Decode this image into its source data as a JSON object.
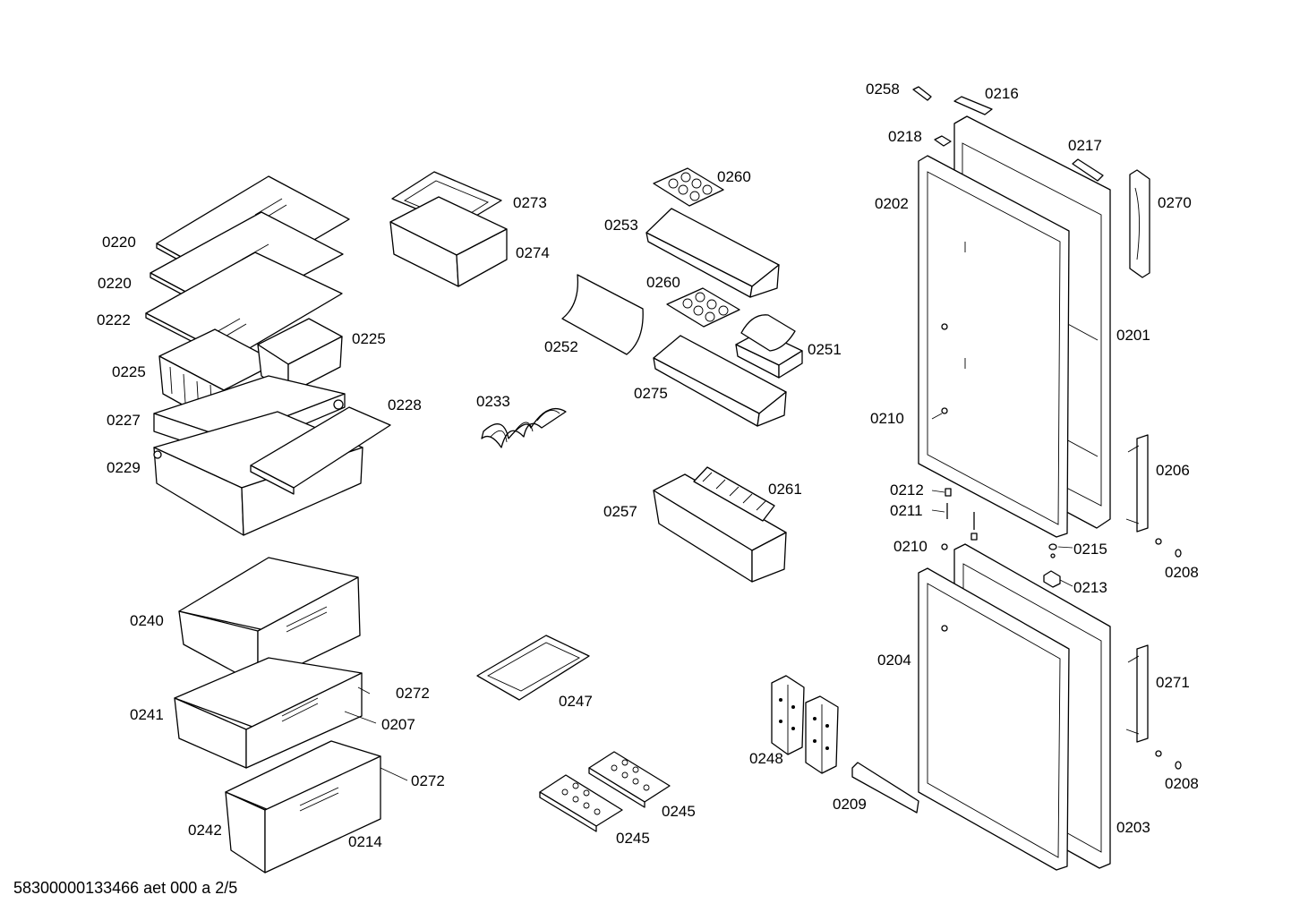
{
  "footer": "58300000133466 aet 000 a 2/5",
  "labels": {
    "p0201": "0201",
    "p0202": "0202",
    "p0203": "0203",
    "p0204": "0204",
    "p0206": "0206",
    "p0207": "0207",
    "p0208a": "0208",
    "p0208b": "0208",
    "p0209": "0209",
    "p0210a": "0210",
    "p0210b": "0210",
    "p0211": "0211",
    "p0212": "0212",
    "p0213": "0213",
    "p0214": "0214",
    "p0215": "0215",
    "p0216": "0216",
    "p0217": "0217",
    "p0218": "0218",
    "p0220a": "0220",
    "p0220b": "0220",
    "p0222": "0222",
    "p0225a": "0225",
    "p0225b": "0225",
    "p0227": "0227",
    "p0228": "0228",
    "p0229": "0229",
    "p0233": "0233",
    "p0240": "0240",
    "p0241": "0241",
    "p0242": "0242",
    "p0245a": "0245",
    "p0245b": "0245",
    "p0247": "0247",
    "p0248": "0248",
    "p0251": "0251",
    "p0252": "0252",
    "p0253": "0253",
    "p0257": "0257",
    "p0258": "0258",
    "p0260a": "0260",
    "p0260b": "0260",
    "p0261": "0261",
    "p0270": "0270",
    "p0271": "0271",
    "p0272a": "0272",
    "p0272b": "0272",
    "p0273": "0273",
    "p0274": "0274",
    "p0275": "0275"
  }
}
